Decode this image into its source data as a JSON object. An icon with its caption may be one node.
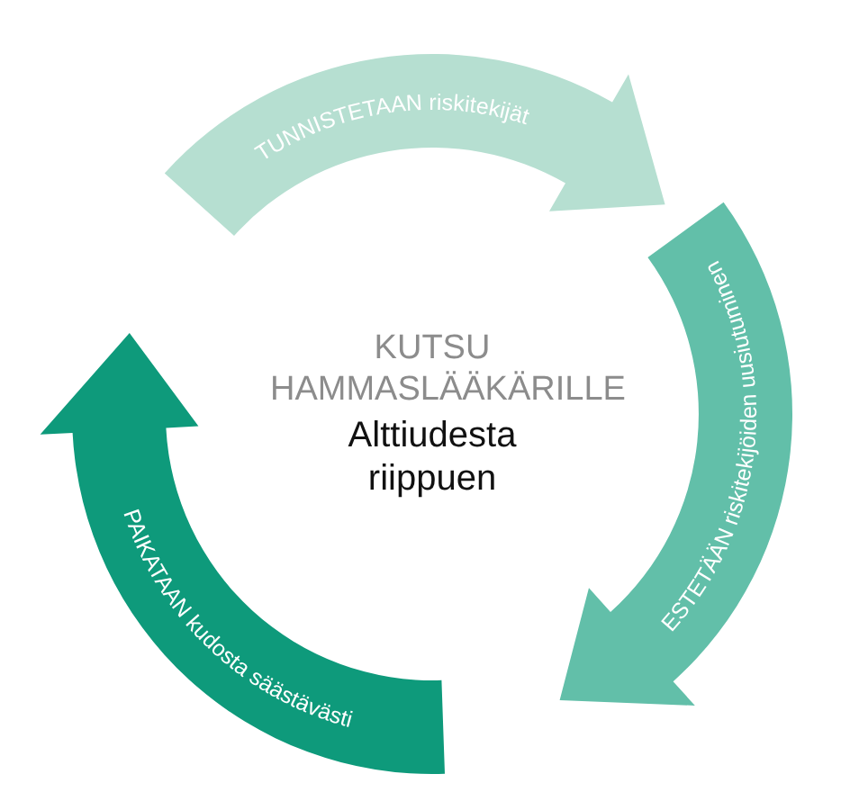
{
  "diagram": {
    "nodes": [
      {
        "text": [
          "TUNNISTETAAN riskitekijät"
        ]
      },
      {
        "text": [
          "ESTETÄÄN riskitekijöiden uusiutuminen"
        ]
      },
      {
        "text": [
          "PAIKATAAN kudosta säästävästi"
        ]
      }
    ],
    "labels": [
      "KUTSU HAMMASLÄÄKÄRILLE",
      "Alttiudesta riippuen"
    ]
  }
}
